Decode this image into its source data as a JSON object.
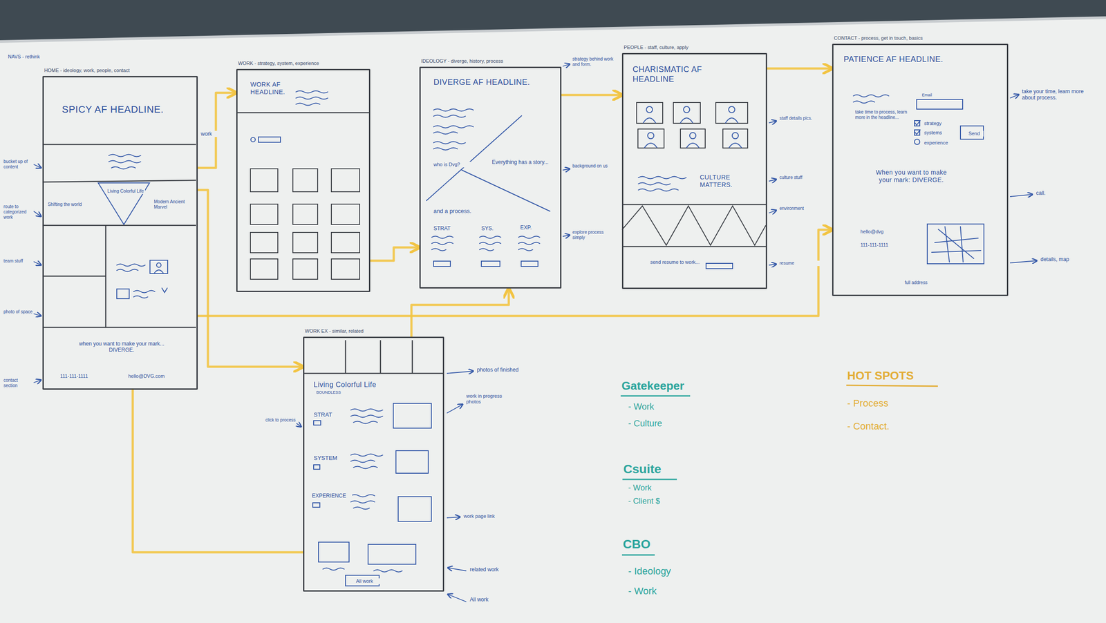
{
  "diagram": {
    "nodes": [
      {
        "text": [
          "HOME - ideology, work, people, contact",
          "SPICY AF HEADLINE.",
          "Shifting the world",
          "Living Colorful Life",
          "Modern Ancient Marvel",
          "when you want to make your mark... DIVERGE.",
          "111-111-1111",
          "hello@DVG.com"
        ]
      },
      {
        "text": [
          "WORK - strategy, system, experience",
          "WORK AF HEADLINE."
        ]
      },
      {
        "text": [
          "IDEOLOGY - diverge, history, process",
          "DIVERGE AF HEADLINE.",
          "who is Dvg?",
          "Everything has a story...",
          "and a process.",
          "STRAT",
          "SYS.",
          "EXP."
        ]
      },
      {
        "text": [
          "PEOPLE - staff, culture, apply",
          "CHARISMATIC AF HEADLINE",
          "CULTURE MATTERS.",
          "send resume to work..."
        ]
      },
      {
        "text": [
          "CONTACT - process, get in touch, basics",
          "PATIENCE AF HEADLINE.",
          "take time to process, learn more in the headline...",
          "Email",
          "strategy",
          "systems",
          "experience",
          "Send",
          "When you want to make your mark: DIVERGE.",
          "hello@dvg",
          "111-111-1111",
          "full address"
        ]
      },
      {
        "text": [
          "WORK EX - similar, related",
          "Living Colorful Life",
          "BOUNDLESS",
          "STRAT",
          "SYSTEM",
          "EXPERIENCE",
          "All work"
        ]
      }
    ],
    "edges": [
      {
        "from": 0,
        "to": 1,
        "arrow": "to"
      },
      {
        "from": 0,
        "to": 5,
        "arrow": "to"
      },
      {
        "from": 1,
        "to": 2,
        "arrow": "to"
      },
      {
        "from": 5,
        "to": 2,
        "arrow": "to"
      },
      {
        "from": 2,
        "to": 3,
        "arrow": "to"
      },
      {
        "from": 3,
        "to": 4,
        "arrow": "to"
      },
      {
        "from": 0,
        "to": 4,
        "arrow": "to"
      },
      {
        "from": 5,
        "to": 0,
        "arrow": "none"
      }
    ],
    "labels": [
      "NAVS - rethink",
      "bucket up of content",
      "route to categorized work",
      "team stuff",
      "photo of space",
      "contact section",
      "work",
      "strategy behind work and form.",
      "background on us",
      "explore process simply",
      "staff details pics.",
      "culture stuff",
      "environment",
      "resume",
      "take your time, learn more about process.",
      "call.",
      "details, map",
      "photos of finished",
      "work in progress photos",
      "click to process",
      "work page link",
      "related work",
      "All work",
      "Gatekeeper",
      "- Work",
      "- Culture",
      "Csuite",
      "- Work",
      "- Client $",
      "CBO",
      "- Ideology",
      "- Work",
      "HOT SPOTS",
      "- Process",
      "- Contact."
    ]
  }
}
